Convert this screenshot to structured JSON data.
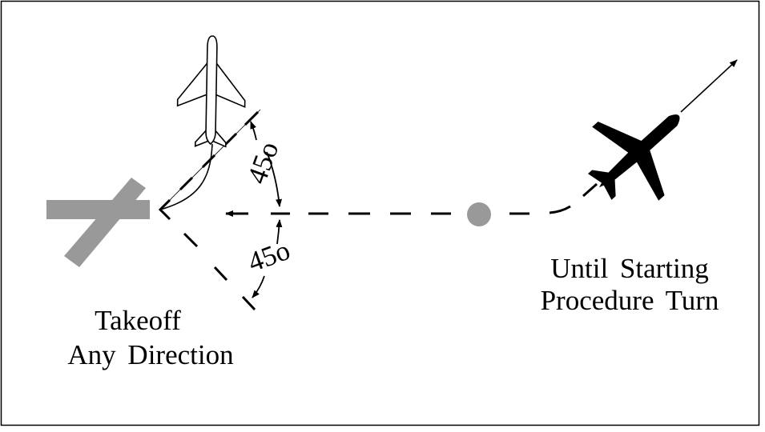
{
  "labels": {
    "takeoff_line1": "Takeoff",
    "takeoff_line2": "Any Direction",
    "until_line1": "Until Starting",
    "until_line2": "Procedure Turn",
    "angle_upper": "45o",
    "angle_lower": "45o"
  },
  "colors": {
    "runway": "#999999",
    "fix": "#999999",
    "line": "#000000"
  }
}
